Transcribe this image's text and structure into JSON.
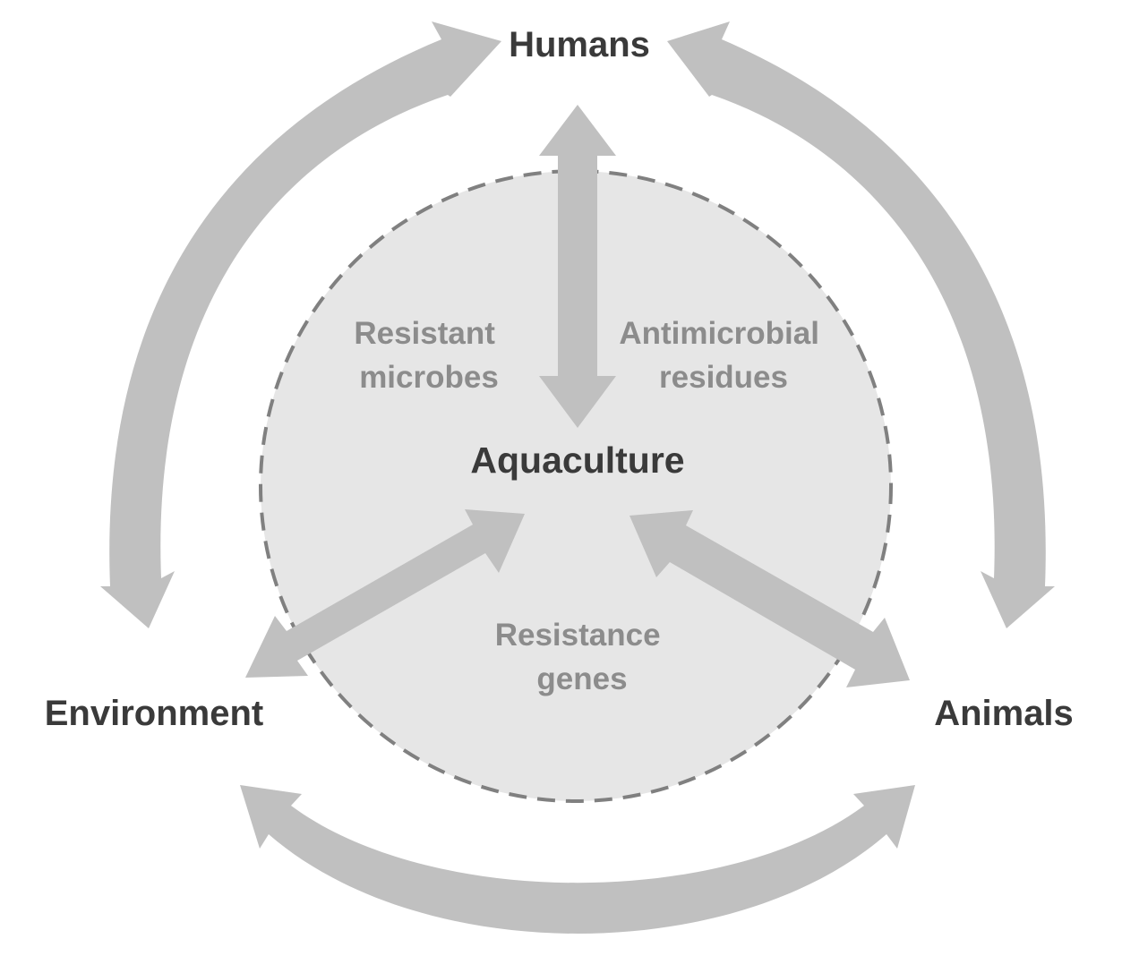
{
  "nodes": {
    "humans": "Humans",
    "environment": "Environment",
    "animals": "Animals",
    "center": "Aquaculture"
  },
  "flows": {
    "resistant_microbes": [
      "Resistant",
      "microbes"
    ],
    "antimicrobial_residues": [
      "Antimicrobial",
      "residues"
    ],
    "resistance_genes": [
      "Resistance",
      "genes"
    ]
  },
  "colors": {
    "arrow": "#c0c0c0",
    "circle_fill": "#e6e6e6",
    "circle_border": "#808080",
    "node_text": "#3a3a3a",
    "flow_text": "#8c8c8c"
  }
}
